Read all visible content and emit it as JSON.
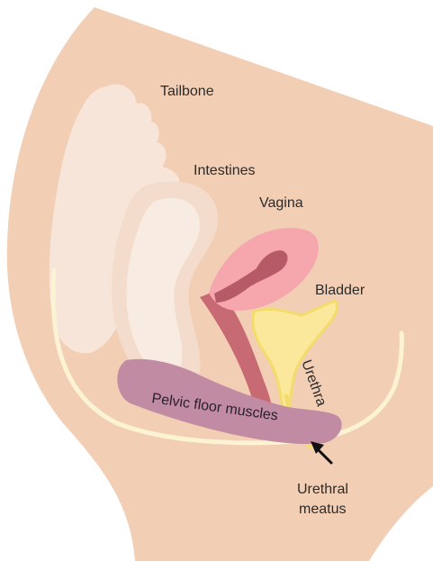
{
  "labels": {
    "tailbone": "Tailbone",
    "intestines": "Intestines",
    "vagina": "Vagina",
    "bladder": "Bladder",
    "urethra": "Urethra",
    "pelvic_floor": "Pelvic floor muscles",
    "meatus_line1": "Urethral",
    "meatus_line2": "meatus"
  },
  "colors": {
    "skin": "#f2cfb4",
    "bone_outline": "#f6e5d8",
    "intestine_outer": "#f3dccb",
    "intestine_inner": "#f8ebe1",
    "pelvic_line": "#fbf3d3",
    "uterus_pink": "#f6a6ad",
    "uterus_canal": "#b75a68",
    "vagina_wall": "#c86a74",
    "bladder_yellow": "#fbe89a",
    "bladder_edge": "#f3dc6c",
    "muscle": "#c08ba3",
    "arrow": "#111111"
  }
}
